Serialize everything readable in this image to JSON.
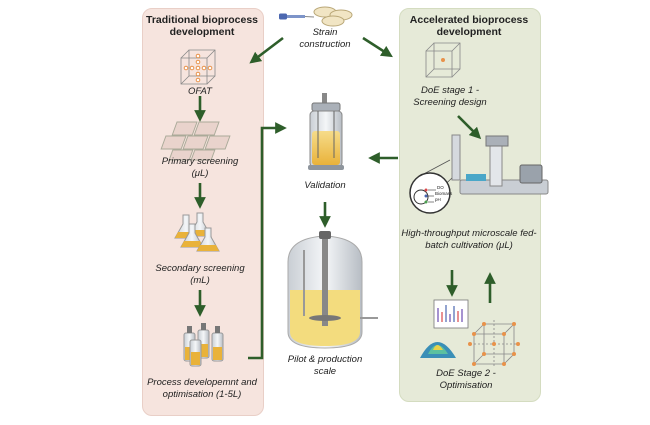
{
  "left_panel": {
    "title": "Traditional bioprocess development"
  },
  "right_panel": {
    "title": "Accelerated bioprocess development"
  },
  "center": {
    "strain": "Strain construction",
    "validation": "Validation",
    "pilot": "Pilot & production scale"
  },
  "left_steps": {
    "ofat": "OFAT",
    "primary": "Primary screening (μL)",
    "secondary": "Secondary screening (mL)",
    "process": "Process developemnt and optimisation (1-5L)"
  },
  "right_steps": {
    "doe1": "DoE stage 1 - Screening design",
    "htp": "High-throughput microscale fed-batch cultivation (μL)",
    "doe2": "DoE Stage 2 - Optimisation",
    "sensor_do": "DO",
    "sensor_biomass": "Biomass",
    "sensor_ph": "pH"
  },
  "colors": {
    "arrow": "#2e5e2a",
    "left_bg": "#f6e4de",
    "right_bg": "#e6ead8",
    "dot": "#e8924a",
    "amber": "#e9b23a"
  }
}
